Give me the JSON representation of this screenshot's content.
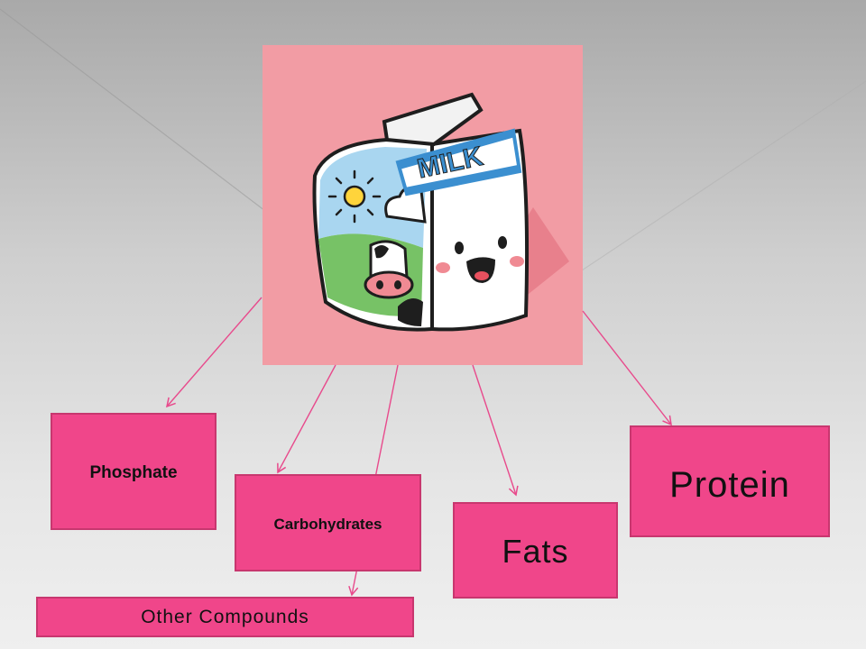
{
  "diagram": {
    "nodes": {
      "phosphate": "Phosphate",
      "carbohydrates": "Carbohydrates",
      "fats": "Fats",
      "protein": "Protein",
      "other_compounds": "Other Compounds"
    },
    "image": {
      "carton_label": "MILK",
      "icon": "milk-carton-illustration"
    },
    "edges": [
      {
        "from": "milk-image",
        "to": "phosphate"
      },
      {
        "from": "milk-image",
        "to": "carbohydrates"
      },
      {
        "from": "milk-image",
        "to": "other_compounds"
      },
      {
        "from": "milk-image",
        "to": "fats"
      },
      {
        "from": "milk-image",
        "to": "protein"
      }
    ],
    "colors": {
      "box_fill": "#f0468a",
      "arrow": "#e84a8c",
      "image_background": "#f29ca4"
    }
  }
}
